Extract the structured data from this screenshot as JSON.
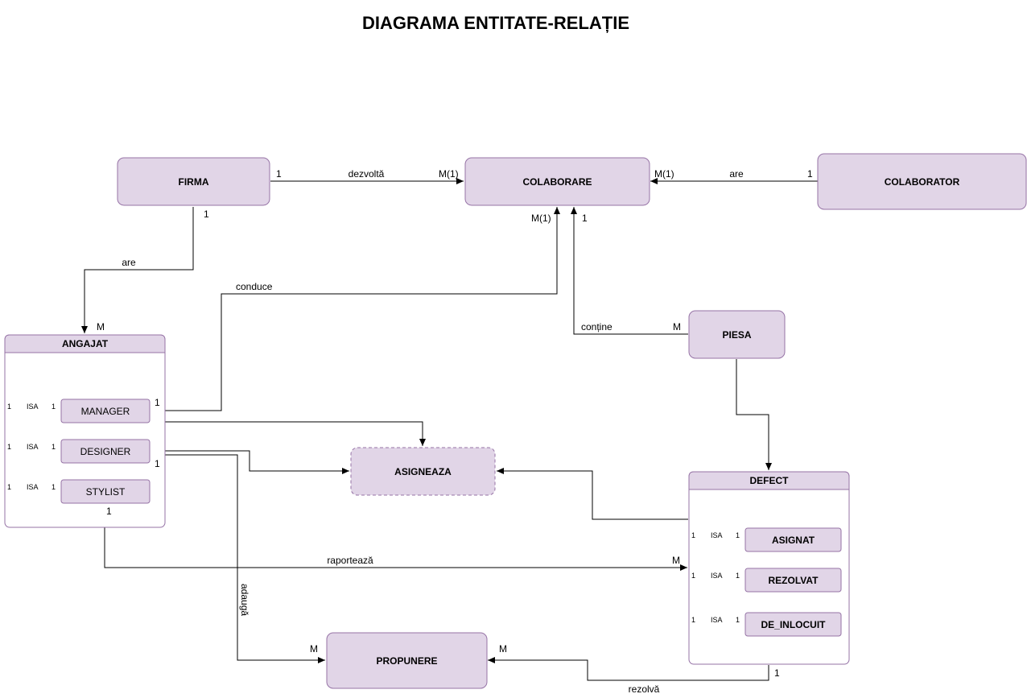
{
  "title": "DIAGRAMA ENTITATE-RELAȚIE",
  "colors": {
    "fill": "#e1d5e7",
    "stroke": "#9673a6",
    "line": "#000000"
  },
  "entities": {
    "firma": "FIRMA",
    "colaborare": "COLABORARE",
    "colaborator": "COLABORATOR",
    "angajat": "ANGAJAT",
    "manager": "MANAGER",
    "designer": "DESIGNER",
    "stylist": "STYLIST",
    "asigneaza": "ASIGNEAZA",
    "piesa": "PIESA",
    "defect": "DEFECT",
    "asignat": "ASIGNAT",
    "rezolvat": "REZOLVAT",
    "de_inlocuit": "DE_INLOCUIT",
    "propunere": "PROPUNERE"
  },
  "relations": {
    "dezvolta": "dezvoltă",
    "are_colab": "are",
    "are_firma": "are",
    "conduce": "conduce",
    "contine": "conține",
    "raporteaza": "raportează",
    "adauga": "adaugă",
    "rezolva": "rezolvă"
  },
  "cardinalities": {
    "one": "1",
    "many": "M",
    "many_one": "M(1)"
  },
  "isa": "ISA"
}
